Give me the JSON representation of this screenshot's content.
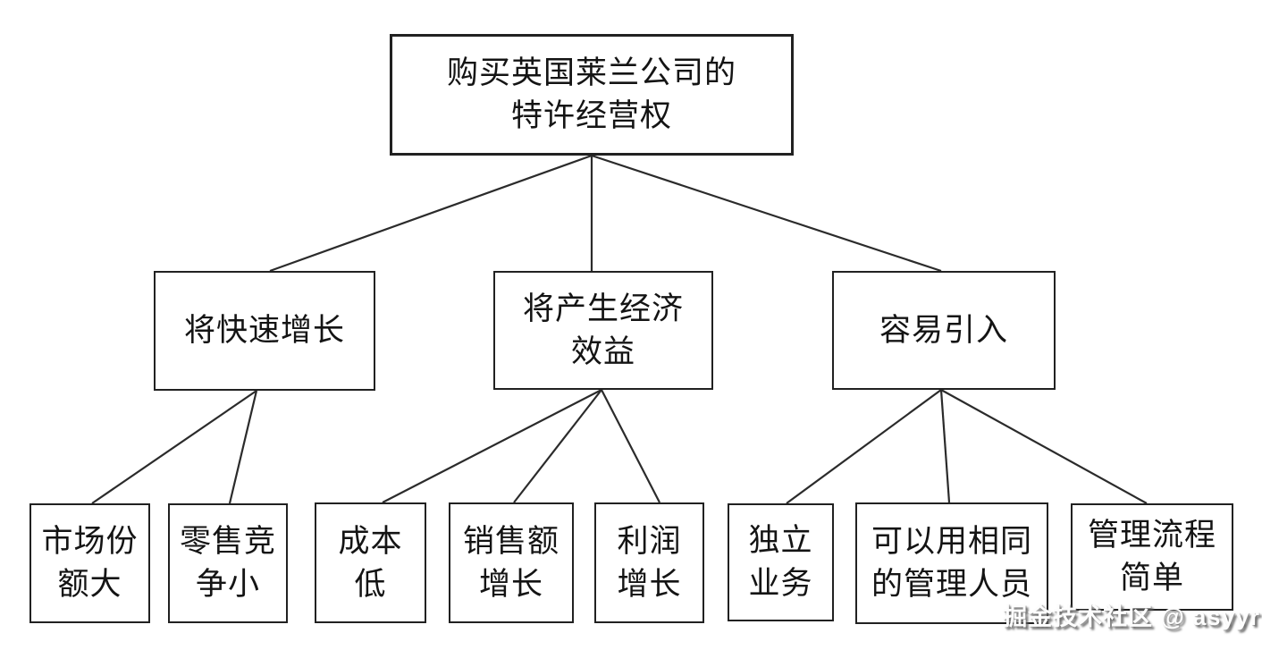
{
  "colors": {
    "background": "#ffffff",
    "box_border": "#212121",
    "box_fill": "#ffffff",
    "text": "#141414",
    "connector": "#2b2b2b",
    "watermark_text": "#fdfdfd",
    "watermark_shadow": "#5f5f5f"
  },
  "tree": {
    "root": {
      "label": "购买英国莱兰公司的\n特许经营权"
    },
    "branches": [
      {
        "label": "将快速增长",
        "children": [
          {
            "label": "市场份\n额大"
          },
          {
            "label": "零售竞\n争小"
          }
        ]
      },
      {
        "label": "将产生经济\n效益",
        "children": [
          {
            "label": "成本\n低"
          },
          {
            "label": "销售额\n增长"
          },
          {
            "label": "利润\n增长"
          }
        ]
      },
      {
        "label": "容易引入",
        "children": [
          {
            "label": "独立\n业务"
          },
          {
            "label": "可以用相同\n的管理人员"
          },
          {
            "label": "管理流程\n简单"
          }
        ]
      }
    ]
  },
  "watermark": {
    "text": "掘金技术社区 @ asyyr"
  }
}
